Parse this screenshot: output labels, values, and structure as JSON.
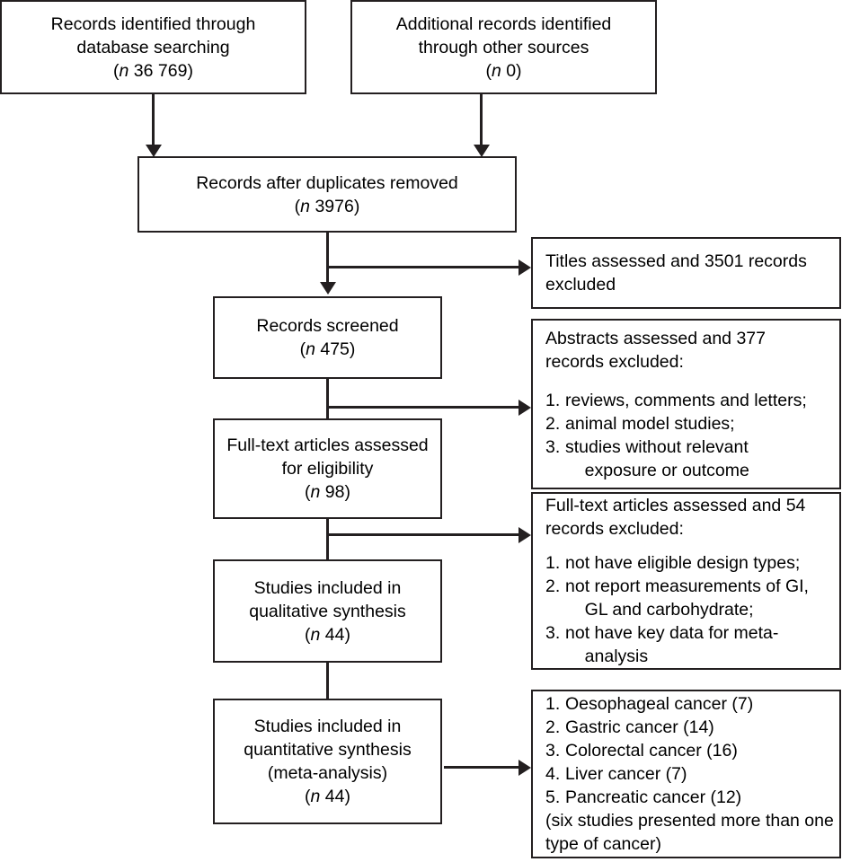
{
  "diagram": {
    "type": "prisma-flow-diagram",
    "boxes": {
      "identified_database": {
        "l1": "Records identified through",
        "l2": "database searching",
        "n_prefix": "(",
        "n_italic": "n",
        "n_value": " 36 769)"
      },
      "identified_other": {
        "l1": "Additional records identified",
        "l2": "through other sources",
        "n_prefix": "(",
        "n_italic": "n",
        "n_value": " 0)"
      },
      "duplicates_removed": {
        "l1": "Records after duplicates removed",
        "n_prefix": "(",
        "n_italic": "n",
        "n_value": " 3976)"
      },
      "records_screened": {
        "l1": "Records screened",
        "n_prefix": "(",
        "n_italic": "n",
        "n_value": " 475)"
      },
      "fulltext_eligibility": {
        "l1": "Full-text articles assessed",
        "l2": "for eligibility",
        "n_prefix": "(",
        "n_italic": "n",
        "n_value": " 98)"
      },
      "qualitative_synthesis": {
        "l1": "Studies included in",
        "l2": "qualitative synthesis",
        "n_prefix": "(",
        "n_italic": "n",
        "n_value": " 44)"
      },
      "quantitative_synthesis": {
        "l1": "Studies included in",
        "l2": "quantitative synthesis",
        "l3": "(meta-analysis)",
        "n_prefix": "(",
        "n_italic": "n",
        "n_value": " 44)"
      },
      "titles_excluded": {
        "l1": "Titles assessed and 3501 records",
        "l2": "excluded"
      },
      "abstracts_excluded": {
        "l1": "Abstracts assessed and 377",
        "l2": "records excluded:",
        "items": [
          {
            "num": "1.",
            "text": "reviews, comments and letters;"
          },
          {
            "num": "2.",
            "text": "animal model studies;"
          },
          {
            "num": "3.",
            "text": "studies without relevant\n    exposure or outcome"
          }
        ]
      },
      "fulltext_excluded": {
        "l1": "Full-text articles assessed and 54",
        "l2": "records excluded:",
        "items": [
          {
            "num": "1.",
            "text": "not have eligible design types;"
          },
          {
            "num": "2.",
            "text": "not report measurements of GI,\n    GL and carbohydrate;"
          },
          {
            "num": "3.",
            "text": "not have key data for meta-\n    analysis"
          }
        ]
      },
      "cancer_types": {
        "items": [
          {
            "num": "1.",
            "text": "Oesophageal cancer (7)"
          },
          {
            "num": "2.",
            "text": "Gastric cancer (14)"
          },
          {
            "num": "3.",
            "text": "Colorectal cancer (16)"
          },
          {
            "num": "4.",
            "text": "Liver cancer (7)"
          },
          {
            "num": "5.",
            "text": "Pancreatic cancer (12)"
          }
        ],
        "note_l1": "(six studies presented more than one",
        "note_l2": "type of cancer)"
      }
    },
    "colors": {
      "stroke": "#231f20",
      "background": "#ffffff",
      "text": "#000000"
    }
  }
}
